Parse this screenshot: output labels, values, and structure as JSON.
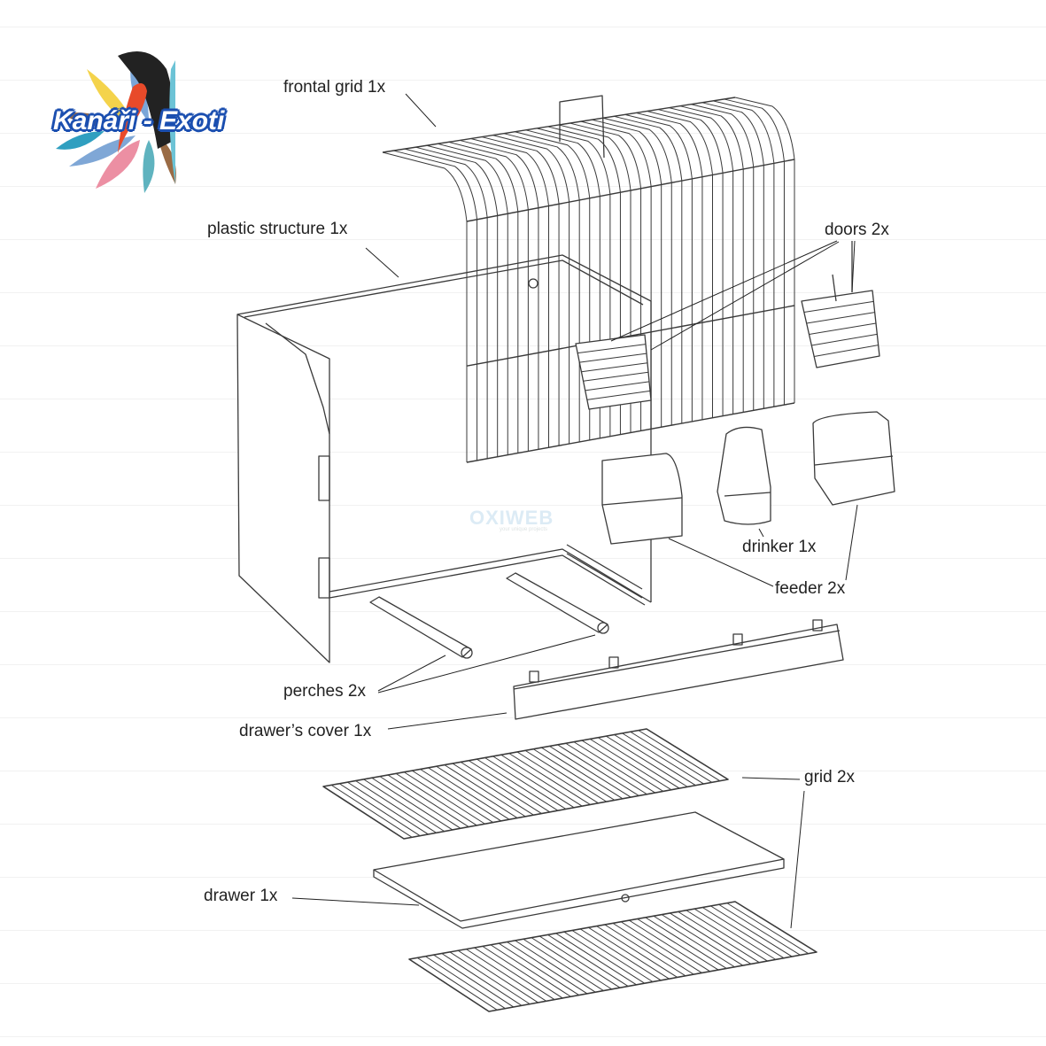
{
  "logo": {
    "text": "Kanáři - Exoti"
  },
  "watermark": {
    "main": "OXIWEB",
    "sub": "your unique projects"
  },
  "labels": {
    "frontal_grid": "frontal grid 1x",
    "plastic_structure": "plastic structure 1x",
    "doors": "doors 2x",
    "drinker": "drinker 1x",
    "feeder": "feeder 2x",
    "perches": "perches 2x",
    "drawers_cover": "drawer’s cover 1x",
    "grid": "grid 2x",
    "drawer": "drawer 1x"
  },
  "colors": {
    "line": "#333333",
    "logo_blue": "#1b4fb0"
  }
}
